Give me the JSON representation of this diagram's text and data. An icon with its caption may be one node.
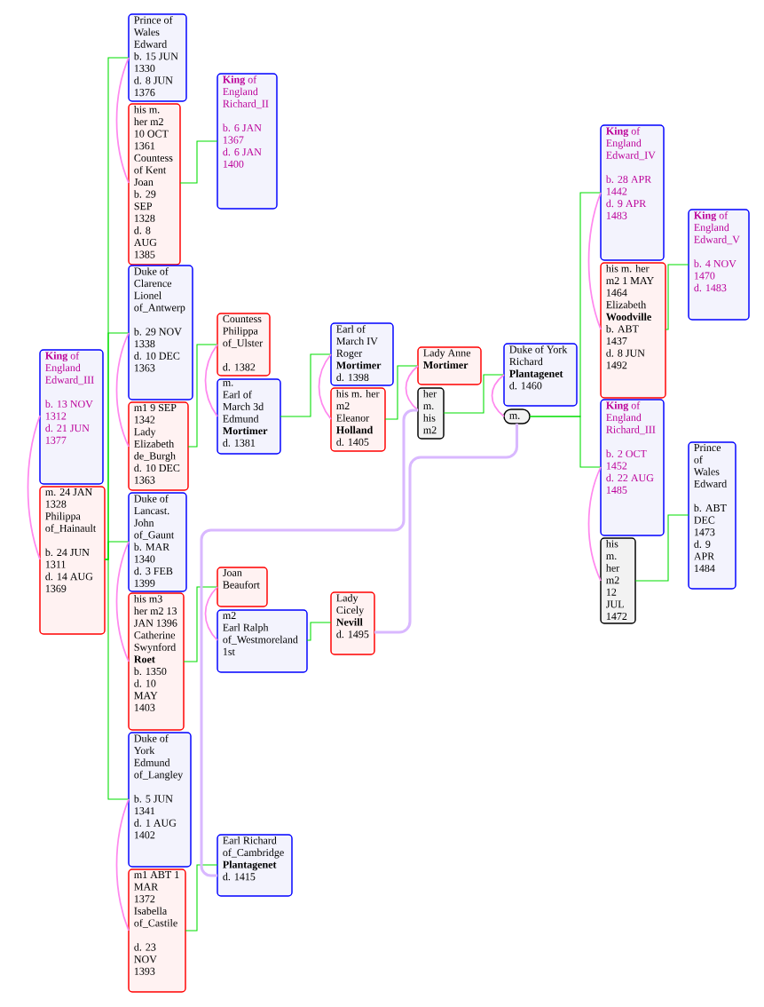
{
  "diagram": {
    "nodes": [
      {
        "text": [
          "**King** of England Edward_III",
          "b. 13 NOV 1312",
          "d. 21 JUN 1377"
        ]
      },
      {
        "text": [
          "m. 24 JAN 1328",
          "Philippa of_Hainault",
          "b. 24 JUN 1311",
          "d. 14 AUG 1369"
        ]
      },
      {
        "text": [
          "Prince of Wales Edward",
          "b. 15 JUN 1330",
          "d. 8 JUN 1376"
        ]
      },
      {
        "text": [
          "his m. her m2 10 OCT 1361",
          "Countess of Kent Joan",
          "b. 29 SEP 1328",
          "d. 8 AUG 1385"
        ]
      },
      {
        "text": [
          "Duke of Clarence Lionel of_Antwerp",
          "b. 29 NOV 1338",
          "d. 10 DEC 1363"
        ]
      },
      {
        "text": [
          "m1 9 SEP 1342",
          "Lady Elizabeth de_Burgh",
          "d. 10 DEC 1363"
        ]
      },
      {
        "text": [
          "Duke of Lancast. John of_Gaunt",
          "b. MAR 1340",
          "d. 3 FEB 1399"
        ]
      },
      {
        "text": [
          "his m3 her m2 13 JAN 1396",
          "Catherine Swynford **Roet**",
          "b. 1350",
          "d. 10 MAY 1403"
        ]
      },
      {
        "text": [
          "Duke of York Edmund of_Langley",
          "b. 5 JUN 1341",
          "d. 1 AUG 1402"
        ]
      },
      {
        "text": [
          "m1 ABT 1 MAR 1372",
          "Isabella of_Castile",
          "d. 23 NOV 1393"
        ]
      },
      {
        "text": [
          "**King** of England Richard_II",
          "b. 6 JAN 1367",
          "d. 6 JAN 1400"
        ]
      },
      {
        "text": [
          "Countess Philippa of_Ulster",
          "d. 1382"
        ]
      },
      {
        "text": [
          "m.",
          "Earl of March 3d Edmund **Mortimer**",
          "d. 1381"
        ]
      },
      {
        "text": [
          "Joan Beaufort"
        ]
      },
      {
        "text": [
          "m2",
          "Earl Ralph of_Westmoreland 1st"
        ]
      },
      {
        "text": [
          "Earl Richard of_Cambridge **Plantagenet**",
          "d. 1415"
        ]
      },
      {
        "text": [
          "Earl of March IV Roger **Mortimer**",
          "d. 1398"
        ]
      },
      {
        "text": [
          "his m. her m2",
          "Eleanor **Holland**",
          "d. 1405"
        ]
      },
      {
        "text": [
          "Lady Cicely **Nevill**",
          "d. 1495"
        ]
      },
      {
        "text": [
          "Lady Anne **Mortimer**"
        ]
      },
      {
        "text": [
          "her m. his m2"
        ]
      },
      {
        "text": [
          "Duke of York Richard **Plantagenet**",
          "d. 1460"
        ]
      },
      {
        "text": [
          "m."
        ]
      },
      {
        "text": [
          "**King** of England Edward_IV",
          "b. 28 APR 1442",
          "d. 9 APR 1483"
        ]
      },
      {
        "text": [
          "his m. her m2 1 MAY 1464",
          "Elizabeth **Woodville**",
          "b. ABT 1437",
          "d. 8 JUN 1492"
        ]
      },
      {
        "text": [
          "**King** of England Richard_III",
          "b. 2 OCT 1452",
          "d. 22 AUG 1485"
        ]
      },
      {
        "text": [
          "his m. her m2 12 JUL 1472"
        ]
      },
      {
        "text": [
          "**King** of England Edward_V",
          "b. 4 NOV 1470",
          "d. 1483"
        ]
      },
      {
        "text": [
          "Prince of Wales Edward",
          "b. ABT DEC 1473",
          "d. 9 APR 1484"
        ]
      }
    ],
    "edges": [
      {
        "from": 1,
        "to": 2,
        "arrow": "none"
      },
      {
        "from": 1,
        "to": 4,
        "arrow": "none"
      },
      {
        "from": 1,
        "to": 6,
        "arrow": "none"
      },
      {
        "from": 1,
        "to": 8,
        "arrow": "none"
      },
      {
        "from": 3,
        "to": 10,
        "arrow": "none"
      },
      {
        "from": 5,
        "to": 11,
        "arrow": "none"
      },
      {
        "from": 7,
        "to": 13,
        "arrow": "none"
      },
      {
        "from": 9,
        "to": 15,
        "arrow": "none"
      },
      {
        "from": 12,
        "to": 16,
        "arrow": "none"
      },
      {
        "from": 14,
        "to": 18,
        "arrow": "none"
      },
      {
        "from": 17,
        "to": 19,
        "arrow": "none"
      },
      {
        "from": 20,
        "to": 21,
        "arrow": "none"
      },
      {
        "from": 22,
        "to": 23,
        "arrow": "none"
      },
      {
        "from": 22,
        "to": 25,
        "arrow": "none"
      },
      {
        "from": 24,
        "to": 27,
        "arrow": "none"
      },
      {
        "from": 26,
        "to": 28,
        "arrow": "none"
      },
      {
        "from": 0,
        "to": 1,
        "arrow": "none",
        "color": "#ff88ee"
      },
      {
        "from": 2,
        "to": 3,
        "arrow": "none",
        "color": "#ff88ee"
      },
      {
        "from": 4,
        "to": 5,
        "arrow": "none",
        "color": "#ff88ee"
      },
      {
        "from": 6,
        "to": 7,
        "arrow": "none",
        "color": "#ff88ee"
      },
      {
        "from": 8,
        "to": 9,
        "arrow": "none",
        "color": "#ff88ee"
      },
      {
        "from": 11,
        "to": 12,
        "arrow": "none",
        "color": "#ff88ee"
      },
      {
        "from": 13,
        "to": 14,
        "arrow": "none",
        "color": "#ff88ee"
      },
      {
        "from": 16,
        "to": 17,
        "arrow": "none",
        "color": "#ff88ee"
      },
      {
        "from": 19,
        "to": 20,
        "arrow": "none",
        "color": "#ff88ee"
      },
      {
        "from": 21,
        "to": 22,
        "arrow": "none",
        "color": "#ff88ee"
      },
      {
        "from": 23,
        "to": 24,
        "arrow": "none",
        "color": "#ff88ee"
      },
      {
        "from": 25,
        "to": 26,
        "arrow": "none",
        "color": "#ff88ee"
      },
      {
        "from": 15,
        "to": 20,
        "arrow": "none",
        "style": "thick",
        "color": "#d9b8ff"
      },
      {
        "from": 18,
        "to": 22,
        "arrow": "none",
        "style": "thick",
        "color": "#d9b8ff"
      }
    ]
  }
}
